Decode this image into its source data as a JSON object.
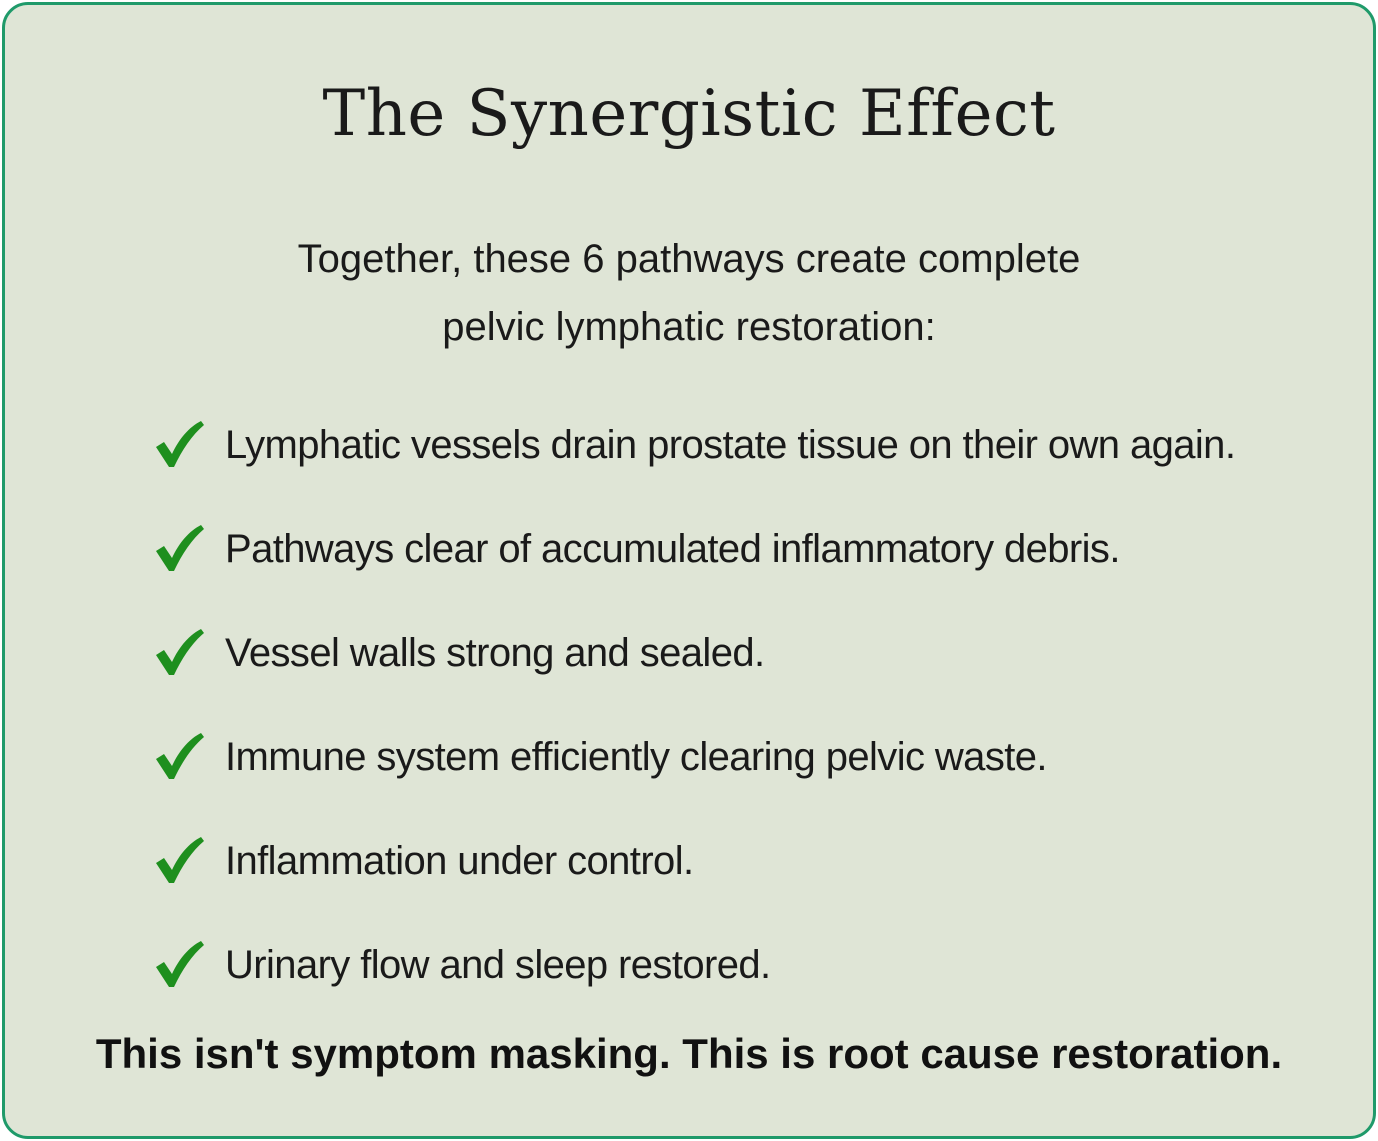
{
  "title": "The Synergistic Effect",
  "intro": {
    "line1": "Together, these 6 pathways create complete",
    "line2": "pelvic lymphatic restoration:"
  },
  "items": [
    {
      "icon": "checkmark-icon",
      "text": "Lymphatic vessels drain prostate tissue on their own again."
    },
    {
      "icon": "checkmark-icon",
      "text": "Pathways clear of accumulated inflammatory debris."
    },
    {
      "icon": "checkmark-icon",
      "text": "Vessel walls strong and sealed."
    },
    {
      "icon": "checkmark-icon",
      "text": "Immune system efficiently clearing pelvic waste."
    },
    {
      "icon": "checkmark-icon",
      "text": "Inflammation under control."
    },
    {
      "icon": "checkmark-icon",
      "text": "Urinary flow and sleep restored."
    }
  ],
  "closing": "This isn't symptom masking. This is root cause restoration.",
  "colors": {
    "background": "#dfe5d6",
    "border": "#1f9a6a",
    "check": "#1e8f1e",
    "text": "#1a1a1a"
  }
}
